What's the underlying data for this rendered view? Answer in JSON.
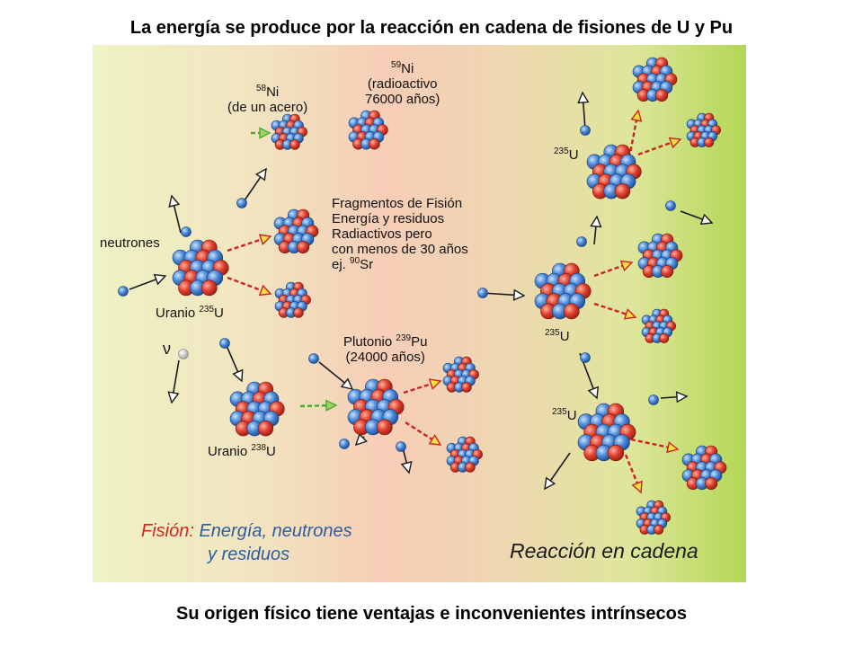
{
  "top_title": "La energía se produce por la reacción en cadena de fisiones de U y Pu",
  "bottom_title": "Su origen físico tiene ventajas e inconvenientes intrínsecos",
  "labels": {
    "ni58_sup": "58",
    "ni58_symbol": "Ni",
    "ni58_desc": "(de un acero)",
    "ni59_sup": "59",
    "ni59_symbol": "Ni",
    "ni59_line1": "(radioactivo",
    "ni59_line2": "76000 años)",
    "fragments_line1": "Fragmentos de Fisión",
    "fragments_line2": "Energía y residuos",
    "fragments_line3": "Radiactivos pero",
    "fragments_line4": "con menos de 30 años",
    "fragments_ej": "ej.",
    "fragments_sup": "90",
    "fragments_symbol": "Sr",
    "neutrones": "neutrones",
    "uranio235_name": "Uranio",
    "uranio235_sup": "235",
    "uranio235_symbol": "U",
    "nu": "ν",
    "uranio238_name": "Uranio",
    "uranio238_sup": "238",
    "uranio238_symbol": "U",
    "plutonio_name": "Plutonio",
    "plutonio_sup": "239",
    "plutonio_symbol": "Pu",
    "plutonio_desc": "(24000 años)",
    "u235_sup": "235",
    "u235_symbol": "U"
  },
  "fission": {
    "word": "Fisión:",
    "line1": "Energía, neutrones",
    "line2": "y residuos"
  },
  "chain_label": "Reacción en cadena",
  "colors": {
    "proton": "#d8352a",
    "neutron": "#3b79c9",
    "arrow_dark": "#1a1a1a",
    "arrow_red": "#cc2222",
    "arrow_green": "#4caa2a",
    "fission_word": "#d8231f",
    "fission_text": "#2e5da3"
  }
}
